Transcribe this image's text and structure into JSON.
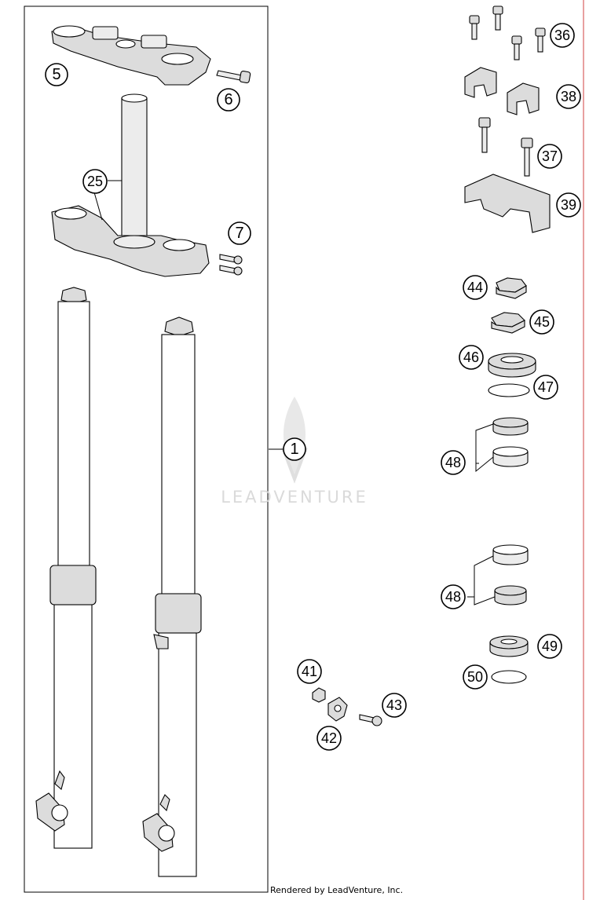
{
  "callouts": {
    "c1": "1",
    "c5": "5",
    "c6": "6",
    "c7": "7",
    "c25": "25",
    "c36": "36",
    "c37": "37",
    "c38": "38",
    "c39": "39",
    "c41": "41",
    "c42": "42",
    "c43": "43",
    "c44": "44",
    "c45": "45",
    "c46": "46",
    "c47": "47",
    "c48a": "48",
    "c48b": "48",
    "c49": "49",
    "c50": "50"
  },
  "watermark": {
    "text": "LEADVENTURE",
    "icon": "flame-v-logo"
  },
  "footer": {
    "text": "Rendered by LeadVenture, Inc."
  },
  "colors": {
    "border": "#000000",
    "right_edge": "#d04040",
    "part_fill": "#dcdcdc",
    "watermark": "#d6d6d6"
  }
}
